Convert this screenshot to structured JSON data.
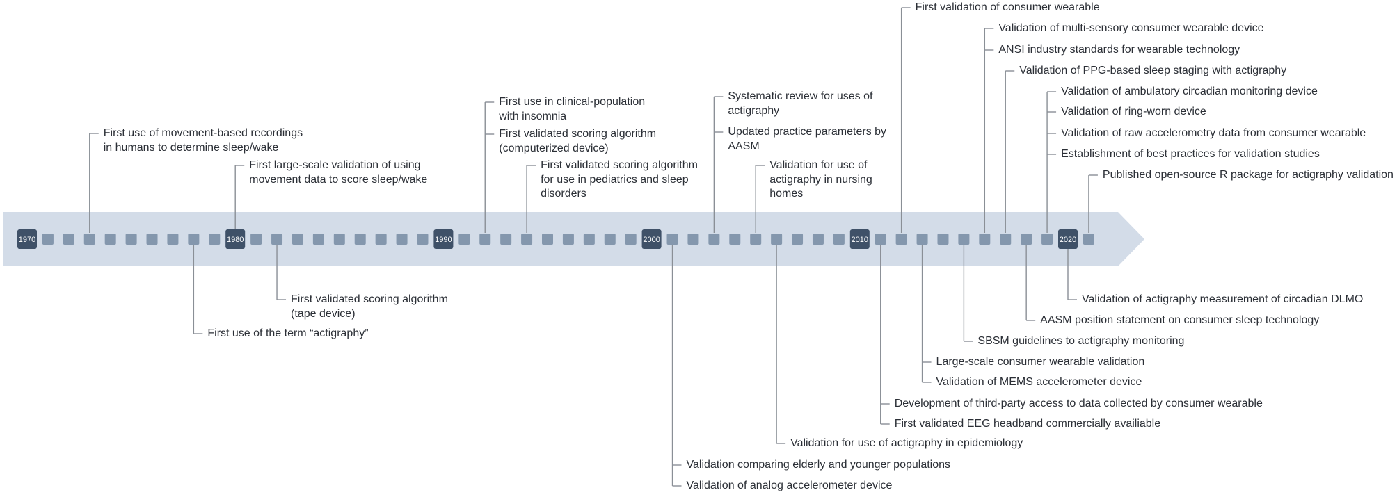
{
  "timeline": {
    "start_year": 1970,
    "end_year": 2020,
    "decade_labels": [
      "1970",
      "1980",
      "1990",
      "2000",
      "2010",
      "2020"
    ],
    "colors": {
      "band": "#d3dce8",
      "year_marker": "#8497ad",
      "decade_marker": "#3f5168",
      "leader_line": "#8a8f96",
      "text": "#2b2f36"
    }
  },
  "events_above": [
    {
      "year": 1973,
      "text": "First use of movement-based recordings\nin humans to determine sleep/wake"
    },
    {
      "year": 1980,
      "text": "First large-scale validation of using\nmovement data to score sleep/wake"
    },
    {
      "year": 1992,
      "text": "First use in clinical-population\nwith insomnia"
    },
    {
      "year": 1992,
      "text": "First validated scoring algorithm\n(computerized device)"
    },
    {
      "year": 1994,
      "text": "First validated scoring algorithm\nfor use in pediatrics and sleep\ndisorders"
    },
    {
      "year": 2003,
      "text": "Systematic review for uses of\nactigraphy"
    },
    {
      "year": 2003,
      "text": "Updated practice parameters by\nAASM"
    },
    {
      "year": 2005,
      "text": "Validation for use of\nactigraphy in nursing\nhomes"
    },
    {
      "year": 2012,
      "text": "First validation of consumer wearable"
    },
    {
      "year": 2016,
      "text": "Validation of multi-sensory consumer wearable device"
    },
    {
      "year": 2016,
      "text": "ANSI industry standards for wearable technology"
    },
    {
      "year": 2017,
      "text": "Validation of PPG-based sleep staging with actigraphy"
    },
    {
      "year": 2019,
      "text": "Validation of ambulatory circadian monitoring device"
    },
    {
      "year": 2019,
      "text": "Validation of ring-worn device"
    },
    {
      "year": 2019,
      "text": "Validation of raw accelerometry data from consumer wearable"
    },
    {
      "year": 2019,
      "text": "Establishment of best practices for validation studies"
    },
    {
      "year": 2021,
      "text": "Published open-source R package for actigraphy validation"
    }
  ],
  "events_below": [
    {
      "year": 1978,
      "text": "First use of the term “actigraphy”"
    },
    {
      "year": 1982,
      "text": "First validated scoring algorithm\n(tape device)"
    },
    {
      "year": 2001,
      "text": "Validation comparing elderly and younger populations"
    },
    {
      "year": 2001,
      "text": "Validation of analog accelerometer device"
    },
    {
      "year": 2006,
      "text": "Validation for use of actigraphy in epidemiology"
    },
    {
      "year": 2011,
      "text": "Development of third-party access to data collected by consumer wearable"
    },
    {
      "year": 2011,
      "text": "First validated EEG headband commercially availiable"
    },
    {
      "year": 2013,
      "text": "Large-scale consumer wearable validation"
    },
    {
      "year": 2013,
      "text": "Validation of MEMS accelerometer device"
    },
    {
      "year": 2015,
      "text": "SBSM guidelines to actigraphy monitoring"
    },
    {
      "year": 2018,
      "text": "AASM position statement on consumer sleep technology"
    },
    {
      "year": 2020,
      "text": "Validation of actigraphy measurement of circadian DLMO"
    }
  ]
}
